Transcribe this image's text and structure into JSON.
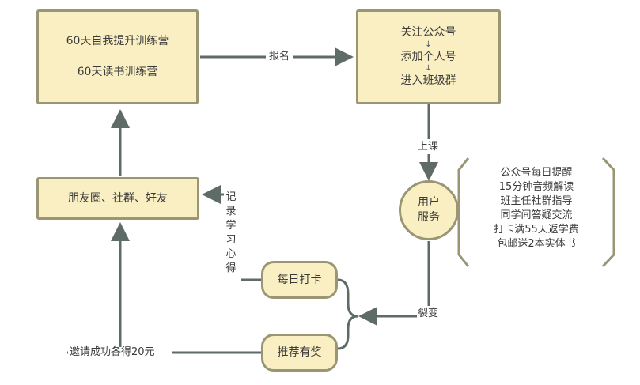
{
  "nodes": {
    "camp": {
      "line1": "60天自我提升训练营",
      "line2": "60天读书训练营"
    },
    "follow": {
      "step1": "关注公众号",
      "step2": "添加个人号",
      "step3": "进入班级群",
      "arrow": "↓"
    },
    "social": {
      "label": "朋友圈、社群、好友"
    },
    "service": {
      "line1": "用户",
      "line2": "服务"
    },
    "checkin": {
      "label": "每日打卡"
    },
    "referral": {
      "label": "推荐有奖"
    }
  },
  "edges": {
    "signup": "报名",
    "attend": "上课",
    "fission": "裂变",
    "record": [
      "记",
      "录",
      "学",
      "习",
      "心",
      "得"
    ],
    "invite": "邀请成功各得20元"
  },
  "services": [
    "公众号每日提醒",
    "15分钟音频解读",
    "班主任社群指导",
    "同学间答疑交流",
    "打卡满55天返学费",
    "包邮送2本实体书"
  ],
  "colors": {
    "fill": "#f9efc3",
    "border": "#9a9674",
    "line": "#5f6b66"
  }
}
